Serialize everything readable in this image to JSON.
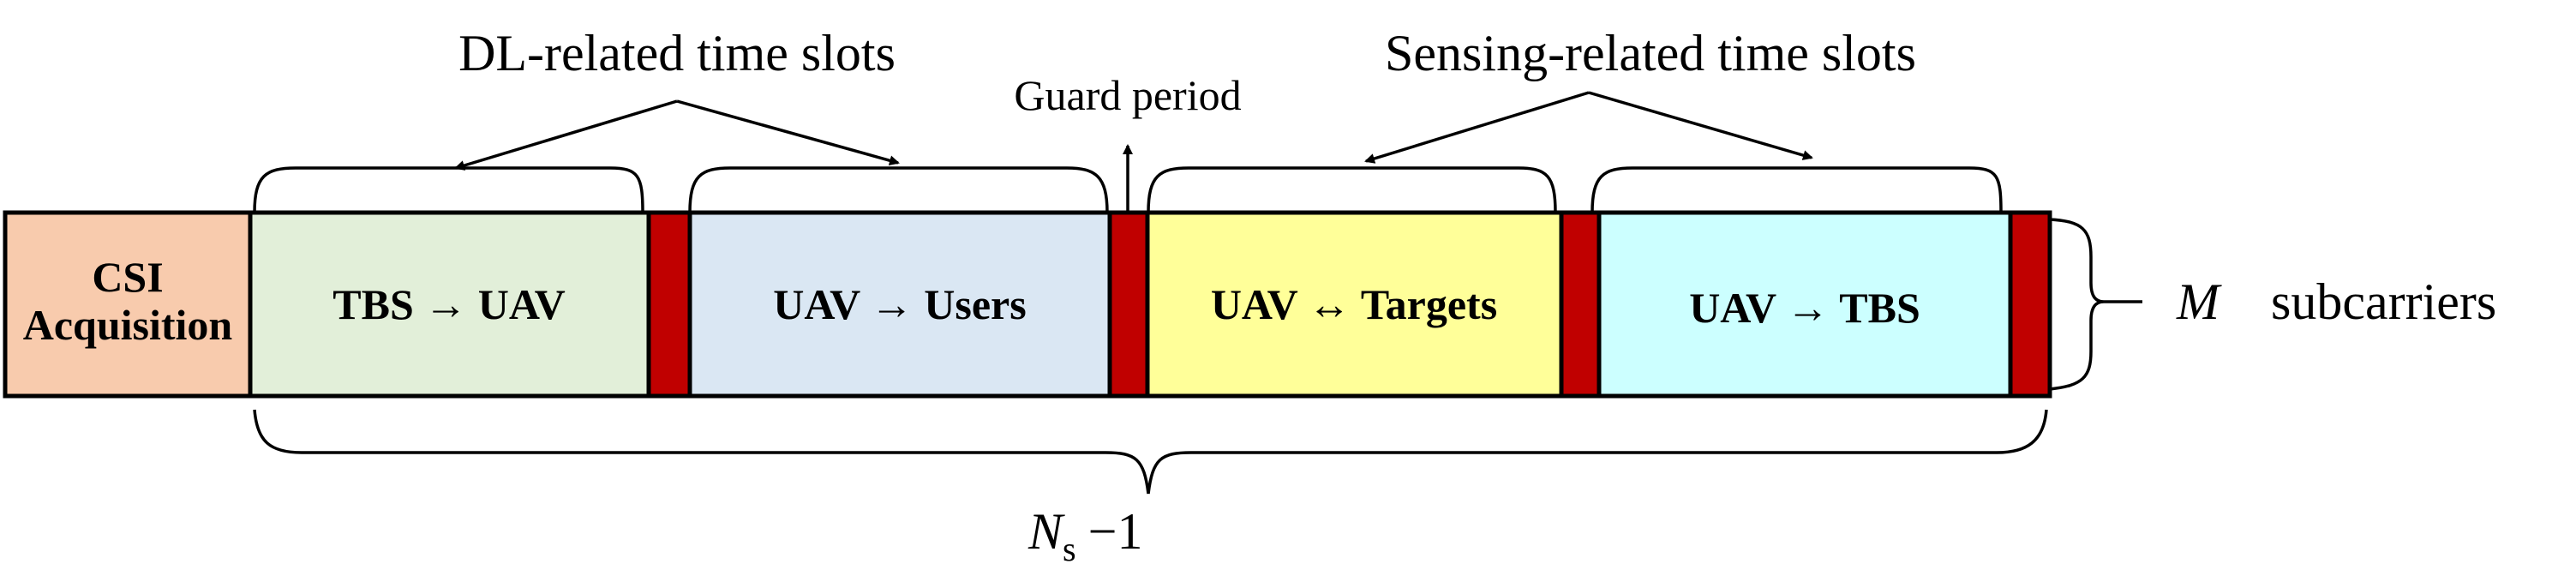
{
  "header_labels": {
    "dl_slots": "DL-related time slots",
    "guard": "Guard period",
    "sensing_slots": "Sensing-related time slots"
  },
  "segments": {
    "csi_line1": "CSI",
    "csi_line2": "Acquisition",
    "tbs_uav": "TBS → UAV",
    "uav_users": "UAV → Users",
    "uav_targets": "UAV ↔ Targets",
    "uav_tbs": "UAV → TBS"
  },
  "colors": {
    "csi": "#f8cbad",
    "tbs_uav": "#e2efd9",
    "uav_users": "#dae7f3",
    "uav_targets": "#ffff99",
    "uav_tbs": "#ccffff",
    "guard": "#c00000"
  },
  "side": {
    "symbol": "M",
    "text": "subcarriers"
  },
  "bottom": {
    "symbol": "N",
    "subscript": "s",
    "suffix": "−1"
  }
}
